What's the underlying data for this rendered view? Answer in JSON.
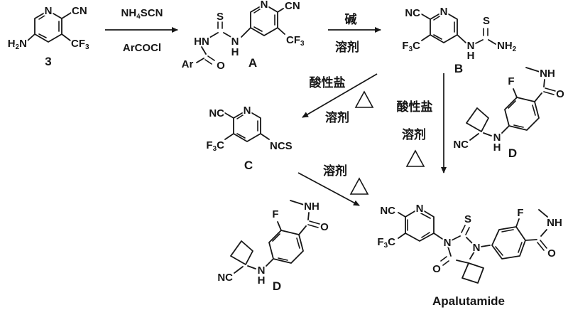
{
  "figure": {
    "type": "reaction-scheme",
    "product_name": "Apalutamide"
  },
  "colors": {
    "ink": "#161616",
    "background": "#ffffff"
  },
  "compounds": {
    "three": {
      "label": "3",
      "ring_n": "N",
      "cn": "CN",
      "cf3": "CF_3",
      "h2n": "H_2N"
    },
    "a": {
      "label": "A",
      "ring_n": "N",
      "cn": "CN",
      "cf3": "CF_3",
      "s": "S",
      "hn": "HN",
      "n": "N",
      "h": "H",
      "ar": "Ar",
      "o": "O"
    },
    "b": {
      "label": "B",
      "ring_n": "N",
      "nc": "NC",
      "f3c": "F_3C",
      "s": "S",
      "n": "N",
      "h": "H",
      "nh2": "NH_2"
    },
    "c": {
      "label": "C",
      "ring_n": "N",
      "nc": "NC",
      "f3c": "F_3C",
      "ncs": "NCS"
    },
    "d": {
      "label": "D",
      "f": "F",
      "nh": "NH",
      "o": "O",
      "n": "N",
      "h": "H",
      "nc": "NC"
    },
    "product": {
      "label": "Apalutamide",
      "ring_n": "N",
      "nc": "NC",
      "f3c": "F_3C",
      "n1": "N",
      "s": "S",
      "n3": "N",
      "o_ring": "O",
      "f": "F",
      "nh": "NH",
      "o_amide": "O"
    }
  },
  "steps": {
    "s1": {
      "above": "NH_4SCN",
      "below": "ArCOCl"
    },
    "s2": {
      "above": "碱",
      "below": "溶剂"
    },
    "s3": {
      "reagent": "酸性盐",
      "solvent": "溶剂"
    },
    "s4": {
      "reagent": "酸性盐",
      "solvent": "溶剂"
    },
    "s5": {
      "solvent": "溶剂"
    }
  }
}
